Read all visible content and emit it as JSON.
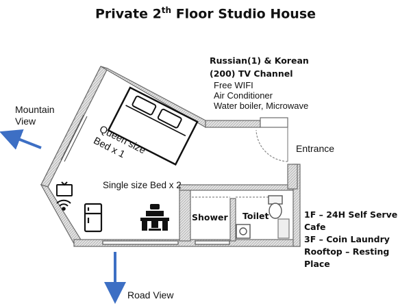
{
  "title": {
    "main": "Private 2",
    "sup": "th",
    "rest": " Floor Studio House"
  },
  "amenities": {
    "channels_line1": "Russian(1) & Korean",
    "channels_line2": "(200) TV Channel",
    "items": [
      "Free WIFI",
      "Air Conditioner",
      "Water boiler, Microwave"
    ]
  },
  "labels": {
    "mountain_line1": "Mountain",
    "mountain_line2": "View",
    "entrance": "Entrance",
    "queen_line1": "Queen size",
    "queen_line2": "Bed x  1",
    "single": "Single size Bed x 2",
    "shower": "Shower",
    "toilet": "Toilet",
    "road": "Road View"
  },
  "floors": [
    "1F – 24H Self Serve Cafe",
    "3F – Coin Laundry",
    "Rooftop – Resting Place"
  ],
  "colors": {
    "arrow": "#3d6fc4",
    "wall": "#6b6b6b",
    "wall_fill": "#d9d9d9",
    "text": "#111111"
  },
  "icons": [
    "tv-icon",
    "wifi-icon",
    "fridge-icon",
    "desk-icon",
    "bed-icon",
    "toilet-icon",
    "sink-icon"
  ]
}
